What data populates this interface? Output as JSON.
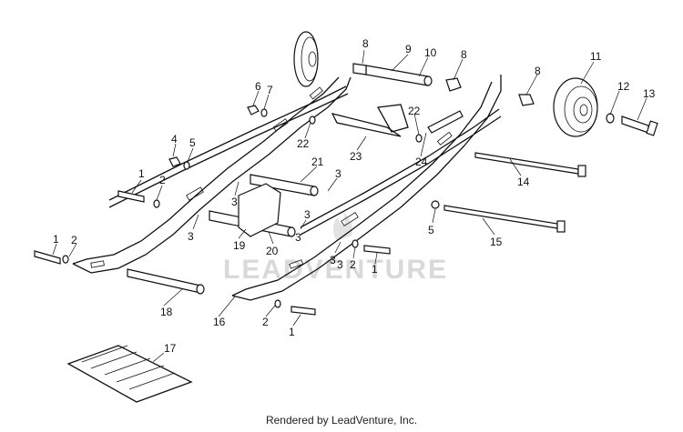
{
  "diagram": {
    "callouts": [
      "8",
      "9",
      "10",
      "8",
      "8",
      "11",
      "12",
      "13",
      "6",
      "7",
      "22",
      "23",
      "22",
      "24",
      "4",
      "5",
      "21",
      "3",
      "14",
      "1",
      "2",
      "3",
      "3",
      "3",
      "5",
      "15",
      "3",
      "19",
      "3",
      "20",
      "1",
      "2",
      "3",
      "2",
      "1",
      "18",
      "16",
      "2",
      "1",
      "17"
    ],
    "watermark": "LEADVENTURE",
    "footer": "Rendered by LeadVenture, Inc."
  },
  "colors": {
    "line": "#111111",
    "background": "#ffffff",
    "watermark": "#d9d9d9"
  }
}
